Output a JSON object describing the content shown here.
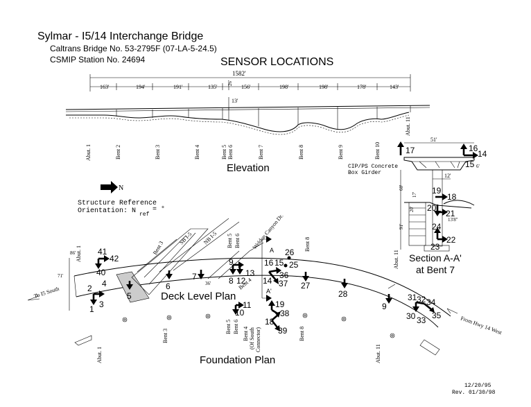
{
  "header": {
    "title": "Sylmar - I5/14 Interchange Bridge",
    "bridge_no": "Caltrans Bridge No. 53-2795F (07-LA-5-24.5)",
    "station": "CSMIP Station No. 24694",
    "diagram_title": "SENSOR LOCATIONS"
  },
  "elevation": {
    "caption": "Elevation",
    "total_span": "1582'",
    "spans": [
      "163'",
      "194'",
      "191'",
      "135'",
      "26'",
      "156'",
      "198'",
      "198'",
      "178'",
      "143'"
    ],
    "height_dim": "13'",
    "supports": [
      "Abut. 1",
      "Bent 2",
      "Bent 3",
      "Bent 4",
      "Bent 5",
      "Bent 6",
      "Bent 7",
      "Bent 8",
      "Bent 9",
      "Bent 10",
      "Abut. 11"
    ]
  },
  "orientation": {
    "arrow_label": "N",
    "text_line1": "Structure Reference",
    "text_line2": "Orientation: N",
    "subscript": "ref",
    "suffix": "= °"
  },
  "section": {
    "caption_line1": "Section A-A'",
    "caption_line2": "at Bent 7",
    "width_dim": "51'",
    "depth_dim": "6'",
    "girder_line1": "CIP/PS Concrete",
    "girder_line2": "Box Girder",
    "col_dim": "12'",
    "dims": [
      "60'",
      "17'",
      "20'",
      "91'",
      "13'8\""
    ],
    "sensors": [
      "17",
      "16",
      "14",
      "15",
      "19",
      "18",
      "20",
      "21",
      "24",
      "23",
      "22"
    ]
  },
  "deck_plan": {
    "caption": "Deck Level Plan",
    "dims": [
      "86'",
      "71'",
      "36'"
    ],
    "labels": [
      "Abut. 1",
      "Bent 3",
      "SB I-5",
      "NB I-5",
      "Bent 5",
      "Bent 6",
      "Weldon Canyon Dr.",
      "Bent 8",
      "Abut. 11",
      "Bent 4",
      "To I5 South",
      "From Hwy 14 West",
      "A",
      "A'"
    ],
    "sensors": [
      "41",
      "42",
      "40",
      "2",
      "4",
      "1",
      "3",
      "5",
      "6",
      "7",
      "9",
      "8",
      "12",
      "13",
      "16",
      "15",
      "26",
      "25",
      "36",
      "14",
      "37",
      "27",
      "28",
      "9",
      "31",
      "32",
      "34",
      "30",
      "33",
      "35"
    ]
  },
  "foundation_plan": {
    "caption": "Foundation Plan",
    "labels": [
      "Bent 3",
      "Bent 5",
      "Bent 6",
      "Bent 4",
      "(Of South",
      "Connector)",
      "Bent 8",
      "Abut. 1",
      "Abut. 11"
    ],
    "sensors": [
      "11",
      "10",
      "19",
      "38",
      "18",
      "39"
    ]
  },
  "footer": {
    "date": "12/20/95",
    "revision": "Rev. 01/30/98"
  }
}
